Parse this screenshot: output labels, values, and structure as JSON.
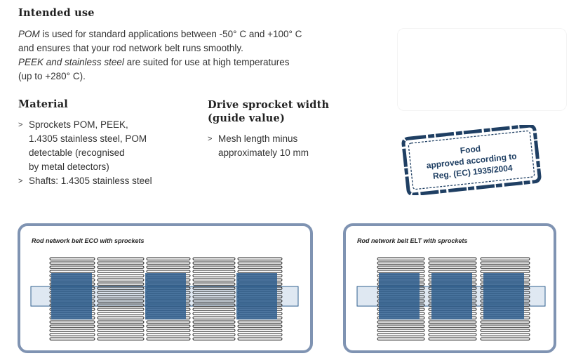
{
  "intended_use": {
    "title": "Intended use",
    "line1_em": "POM",
    "line1_rest": " is used for standard applications between -50° C and +100° C",
    "line2": "and ensures that your rod network belt runs smoothly.",
    "line3_em": "PEEK and stainless steel",
    "line3_rest": " are suited for use at high temperatures",
    "line4": "(up to +280° C)."
  },
  "material": {
    "title": "Material",
    "items": [
      {
        "lines": [
          "Sprockets POM, PEEK,",
          "1.4305 stainless steel, POM",
          "detectable (recognised",
          "by metal detectors)"
        ]
      },
      {
        "lines": [
          "Shafts: 1.4305 stainless steel"
        ]
      }
    ]
  },
  "drive_sprocket": {
    "title_line1": "Drive sprocket width",
    "title_line2": "(guide value)",
    "items": [
      {
        "lines": [
          "Mesh length minus",
          "approximately 10 mm"
        ]
      }
    ]
  },
  "stamp": {
    "line1": "Food",
    "line2": "approved according to",
    "line3": "Reg. (EC) 1935/2004",
    "color": "#1f3f63"
  },
  "panels": {
    "eco_caption": "Rod network belt ECO with sprockets",
    "elt_caption": "Rod network belt ELT with sprockets",
    "border_color": "#7f93b2",
    "sprocket_color": "#2f5f8f",
    "shaft_color": "#dfe8f2"
  },
  "bullet_glyph": ">"
}
